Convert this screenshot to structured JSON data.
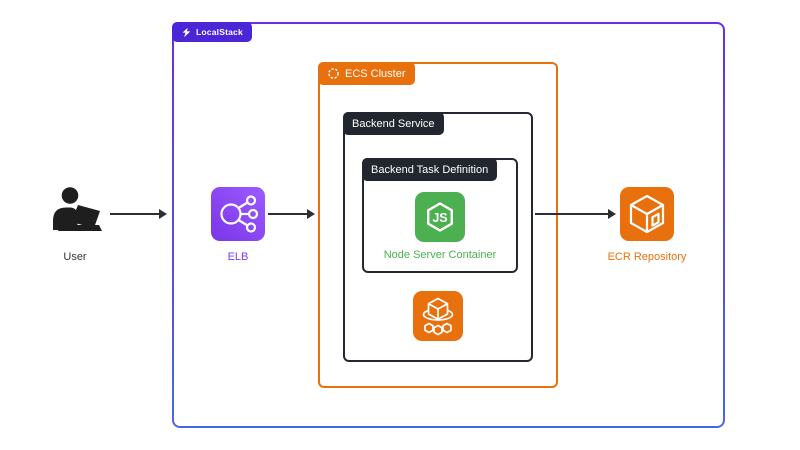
{
  "containers": {
    "localstack": {
      "label": "LocalStack",
      "badge_color": "#4A26D6",
      "border_gradient": [
        "#6C2EE0",
        "#4767E8"
      ],
      "icon": "localstack-logo-icon"
    },
    "ecs_cluster": {
      "label": "ECS Cluster",
      "color": "#E8710D",
      "icon": "ecs-cluster-ring-icon"
    },
    "backend_service": {
      "label": "Backend Service",
      "color": "#21262F"
    },
    "backend_task_definition": {
      "label": "Backend Task Definition",
      "color": "#21262F"
    }
  },
  "nodes": {
    "user": {
      "label": "User",
      "icon": "user-laptop-icon",
      "color": "#1E1E1E"
    },
    "elb": {
      "label": "ELB",
      "icon": "elastic-load-balancer-icon",
      "color": "#8C4FFF"
    },
    "node_server": {
      "label": "Node Server Container",
      "icon": "nodejs-hexagon-icon",
      "color": "#4CAF50"
    },
    "ecs_service": {
      "icon": "ecs-service-cubes-icon",
      "color": "#E8710D"
    },
    "ecr": {
      "label": "ECR Repository",
      "icon": "ecr-cube-icon",
      "color": "#E8710D"
    }
  },
  "edges": [
    {
      "from": "user",
      "to": "localstack-boundary"
    },
    {
      "from": "elb",
      "to": "ecs-cluster-boundary"
    },
    {
      "from": "backend-service-boundary",
      "to": "ecr"
    }
  ],
  "arrow_color": "#2B2F33"
}
